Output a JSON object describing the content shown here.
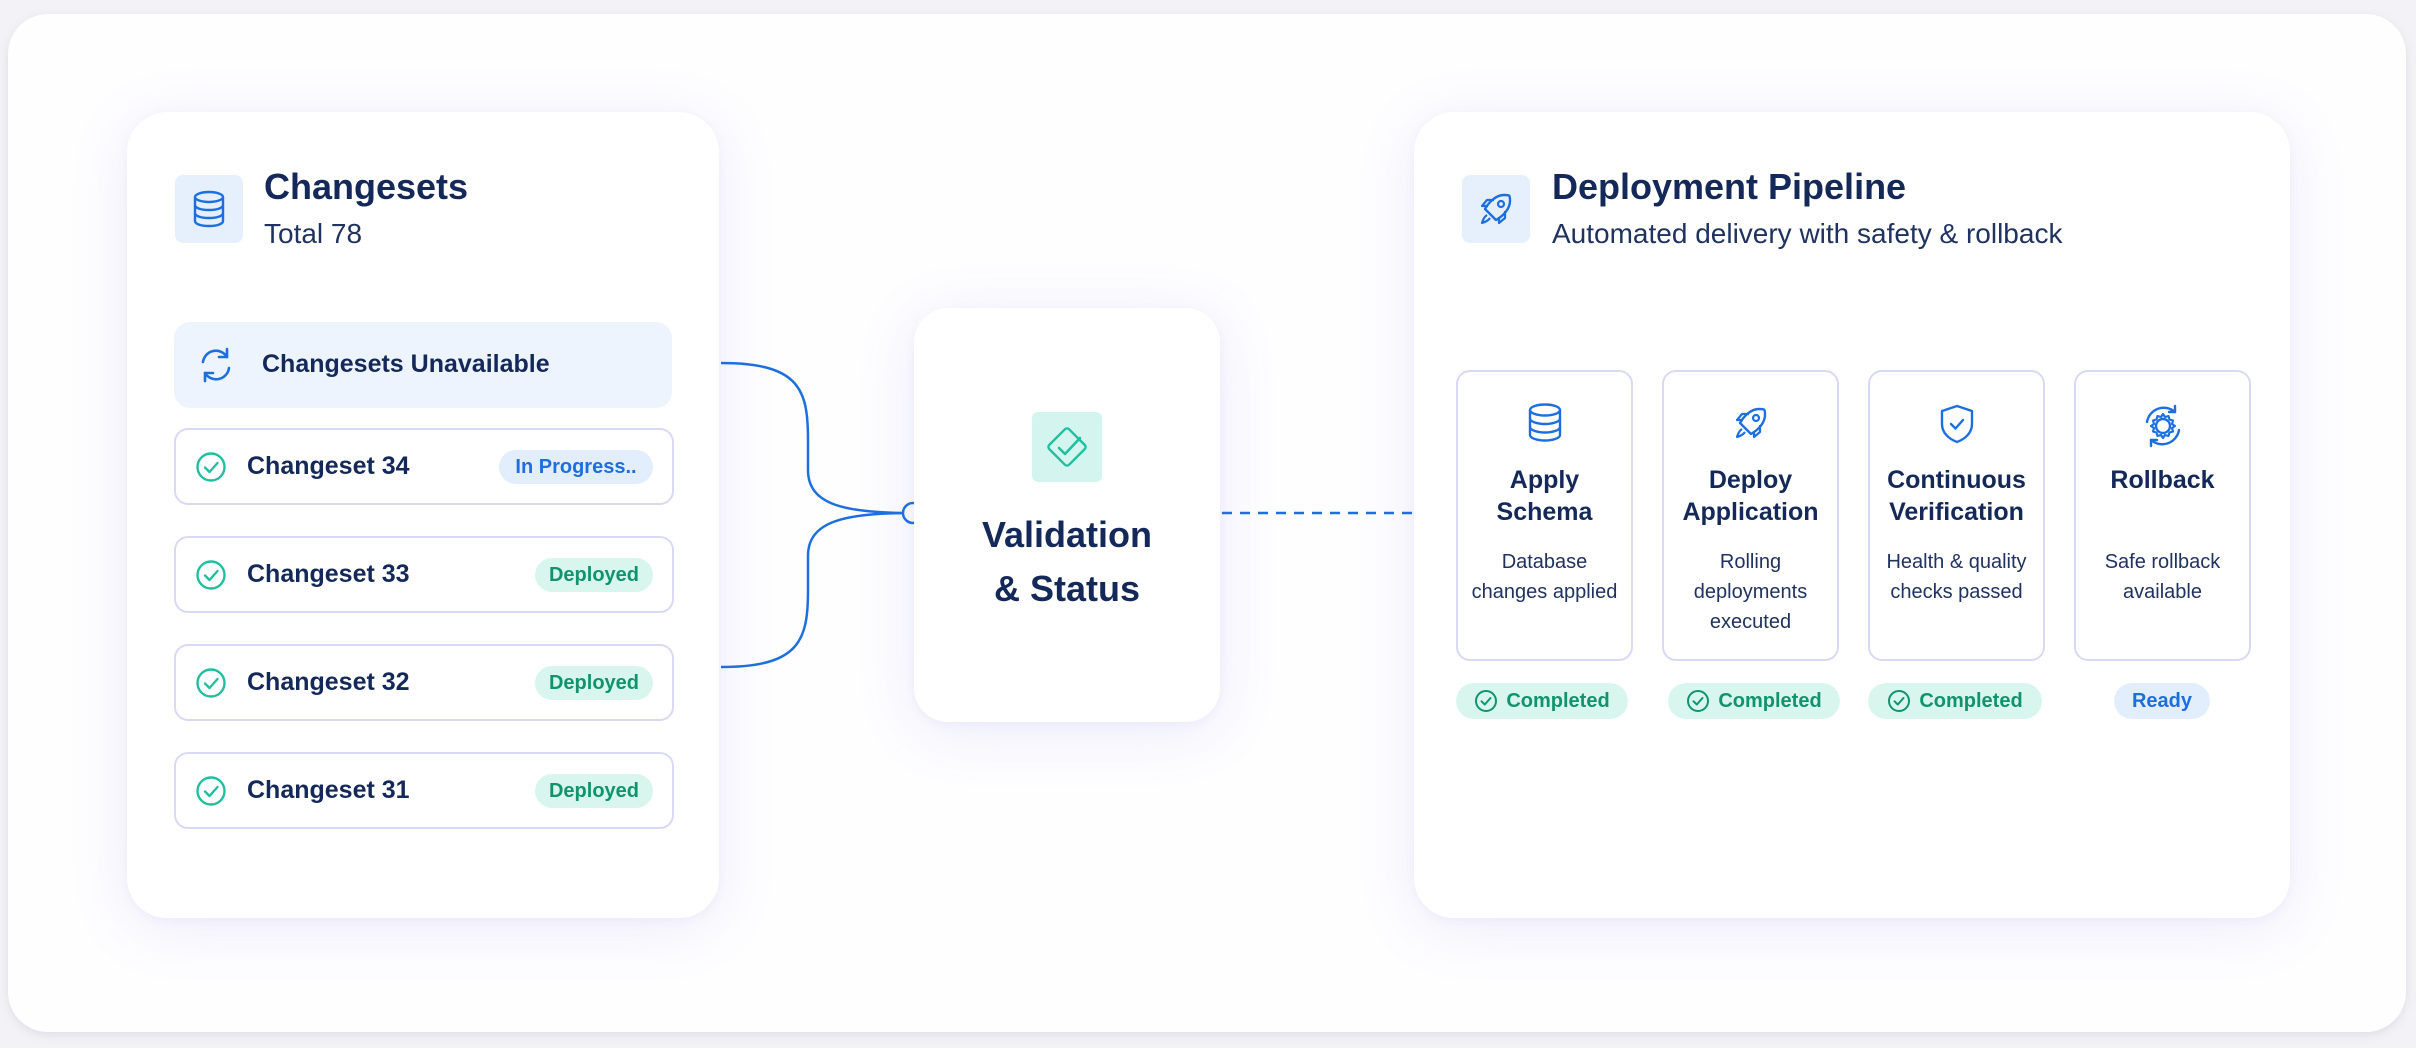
{
  "changesets": {
    "title": "Changesets",
    "subtitle": "Total 78",
    "icon": "database-icon",
    "unavailable_label": "Changesets Unavailable",
    "items": [
      {
        "label": "Changeset 34",
        "status": "In Progress..",
        "status_type": "progress"
      },
      {
        "label": "Changeset 33",
        "status": "Deployed",
        "status_type": "deployed"
      },
      {
        "label": "Changeset 32",
        "status": "Deployed",
        "status_type": "deployed"
      },
      {
        "label": "Changeset 31",
        "status": "Deployed",
        "status_type": "deployed"
      }
    ]
  },
  "validation": {
    "title": "Validation\n& Status",
    "icon": "validation-icon"
  },
  "pipeline": {
    "title": "Deployment Pipeline",
    "subtitle": "Automated delivery with safety & rollback",
    "icon": "rocket-icon",
    "steps": [
      {
        "title": "Apply\nSchema",
        "description": "Database\nchanges applied",
        "status": "Completed",
        "icon": "database-icon"
      },
      {
        "title": "Deploy\nApplication",
        "description": "Rolling\ndeployments\nexecuted",
        "status": "Completed",
        "icon": "rocket-icon"
      },
      {
        "title": "Continuous\nVerification",
        "description": "Health & quality\nchecks passed",
        "status": "Completed",
        "icon": "shield-check-icon"
      },
      {
        "title": "Rollback",
        "description": "Safe rollback\navailable",
        "status": "Ready",
        "icon": "gear-sync-icon"
      }
    ]
  },
  "colors": {
    "navy": "#14295a",
    "blue": "#1d6fe0",
    "green": "#11946c",
    "teal": "#1fbf9f",
    "border": "#d9d9f5"
  }
}
